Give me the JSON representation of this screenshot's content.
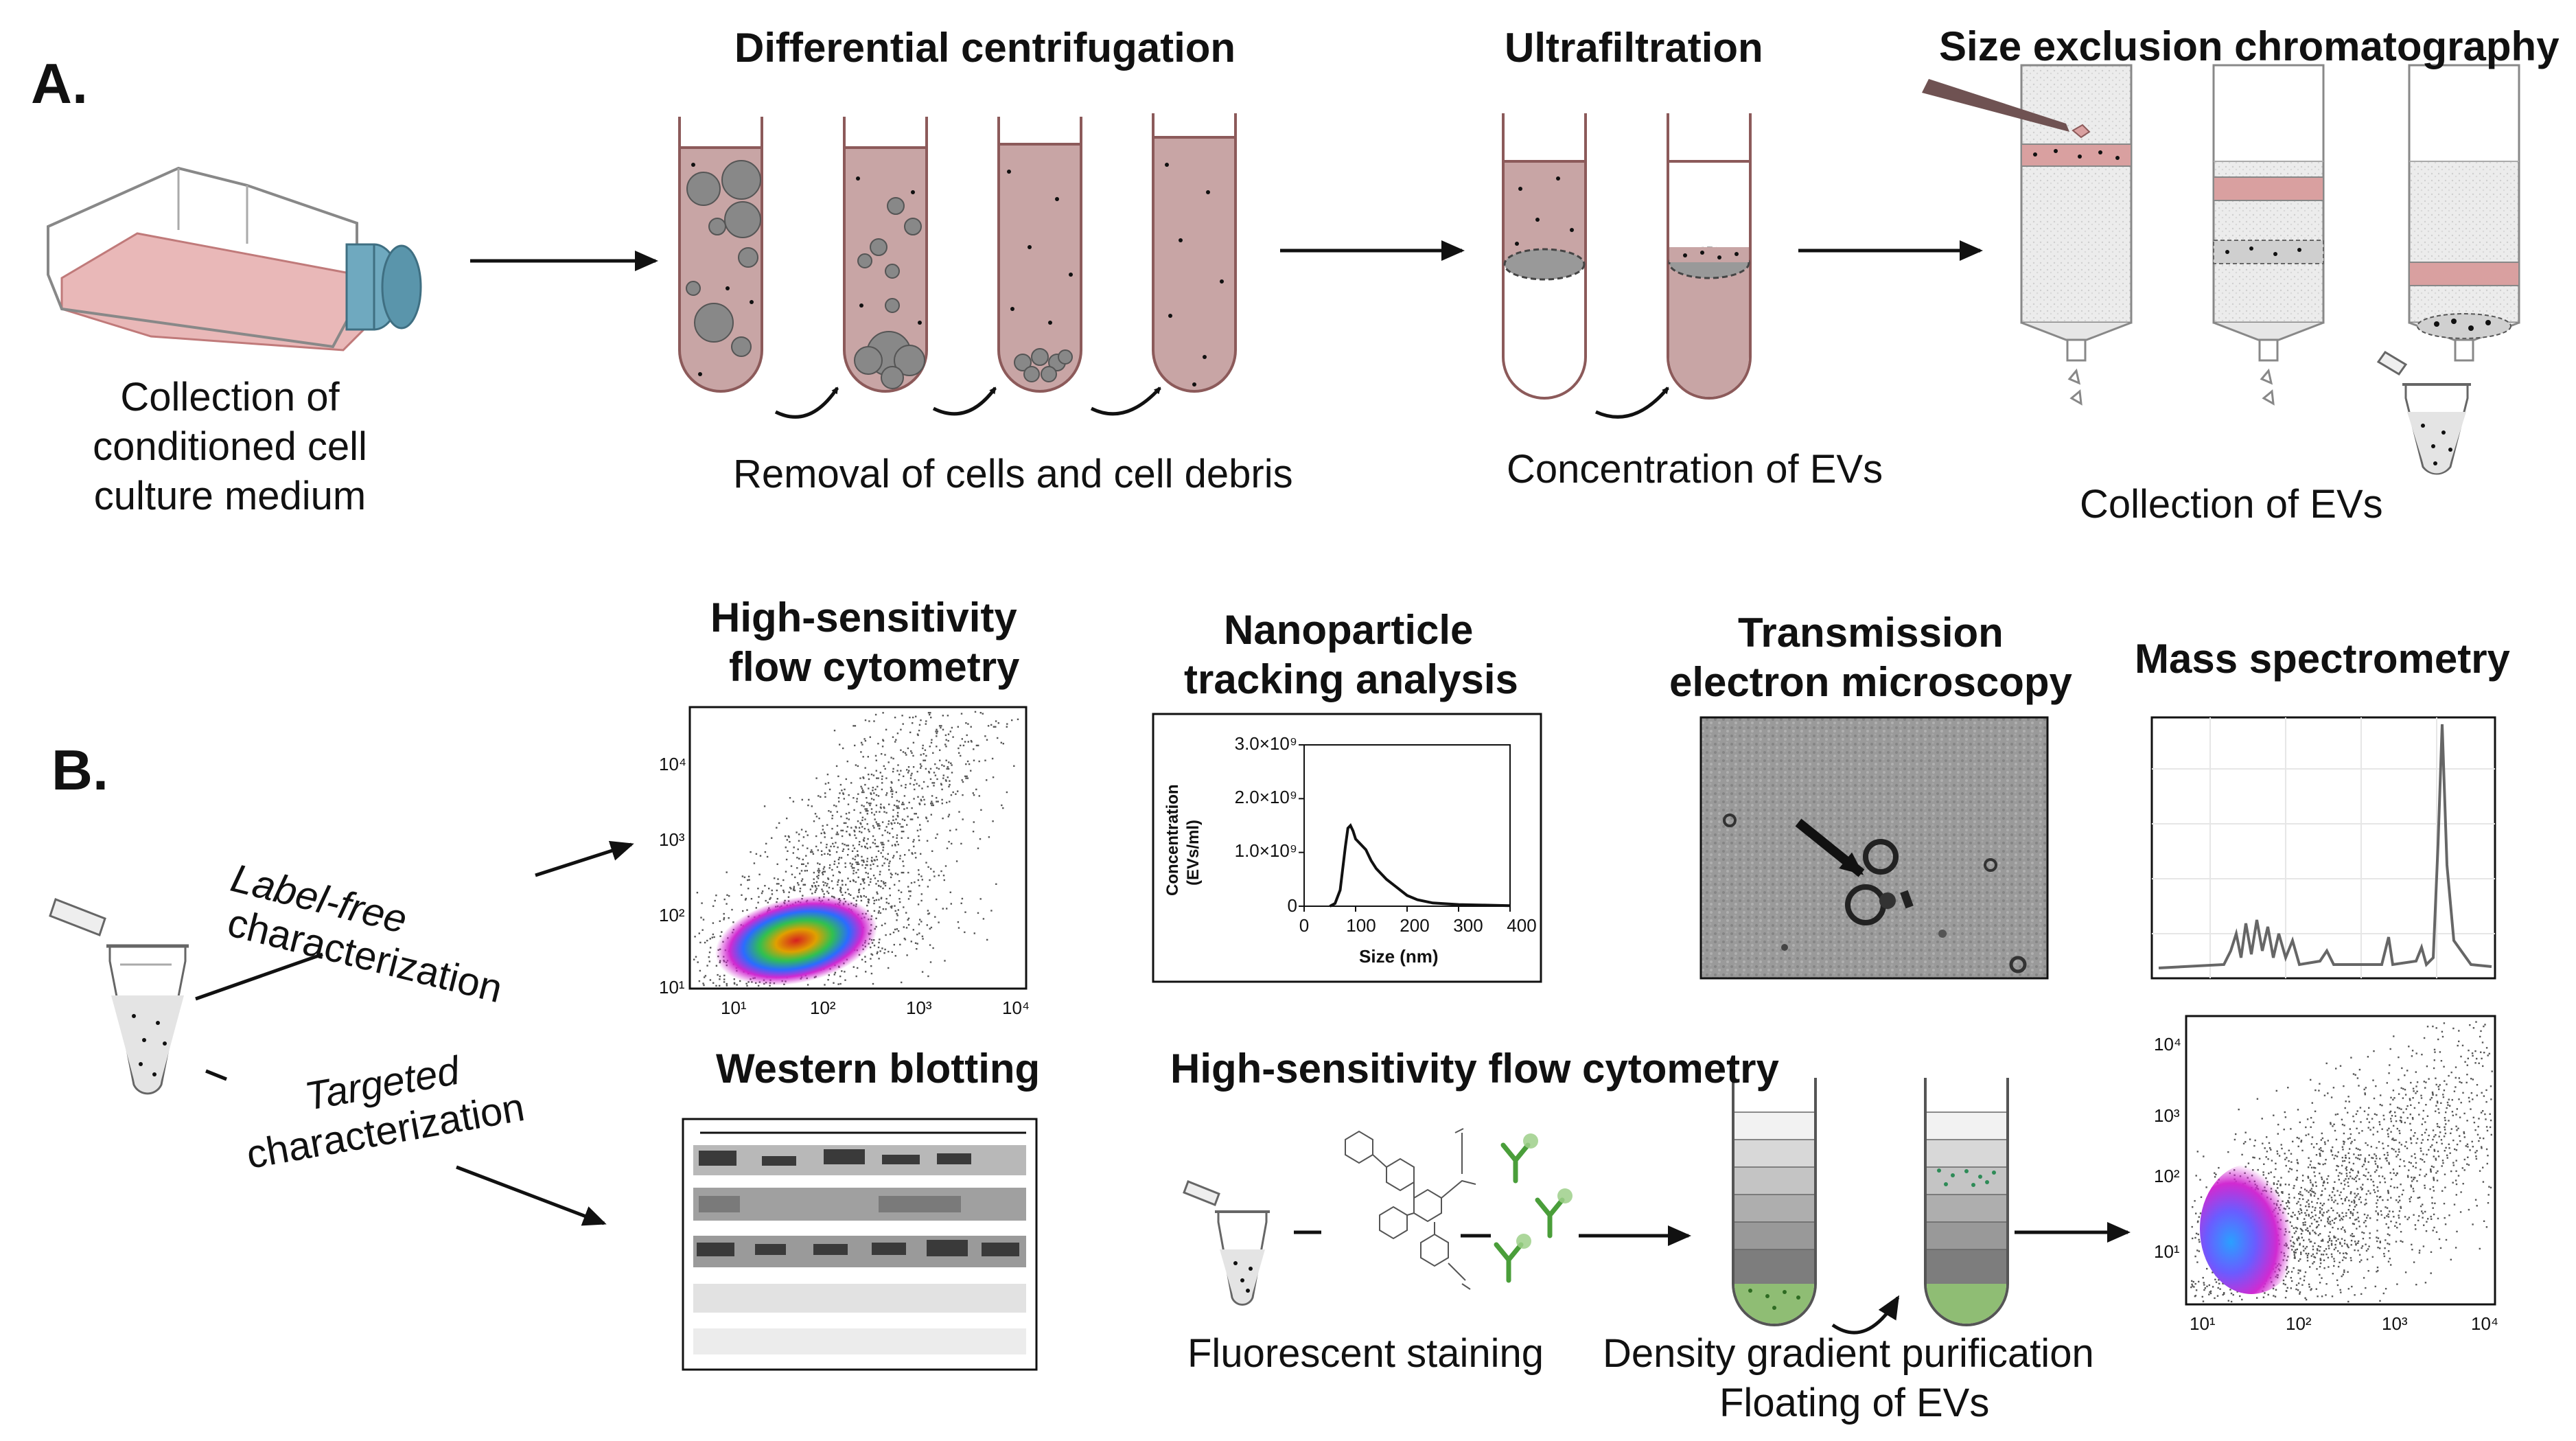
{
  "panelA": {
    "label": "A.",
    "titles": {
      "centrifugation": "Differential centrifugation",
      "ultrafiltration": "Ultrafiltration",
      "sec": "Size exclusion chromatography"
    },
    "captions": {
      "collection": [
        "Collection of",
        "conditioned cell",
        "culture medium"
      ],
      "removal": "Removal of cells and cell debris",
      "concentration": "Concentration of EVs",
      "collect_evs": "Collection of EVs"
    }
  },
  "panelB": {
    "label": "B.",
    "branches": {
      "label_free": [
        "Label-free",
        "characterization"
      ],
      "targeted": [
        "Targeted",
        "characterization"
      ]
    },
    "methods": {
      "hsfc": [
        "High-sensitivity",
        "flow cytometry"
      ],
      "nta": [
        "Nanoparticle",
        "tracking analysis"
      ],
      "tem": [
        "Transmission",
        "electron microscopy"
      ],
      "ms": "Mass spectrometry",
      "wb": "Western blotting",
      "hsfc_targeted": "High-sensitivity flow cytometry"
    },
    "captions": {
      "staining": "Fluorescent staining",
      "density": "Density gradient purification",
      "floating": "Floating of EVs"
    },
    "fc_ticks": [
      "10¹",
      "10²",
      "10³",
      "10⁴"
    ],
    "nta_chart": {
      "ylabel": [
        "Concentration",
        "(EVs/ml)"
      ],
      "xlabel": "Size (nm)",
      "yticks": [
        "0",
        "1.0×10⁹",
        "2.0×10⁹",
        "3.0×10⁹"
      ],
      "xticks": [
        "0",
        "100",
        "200",
        "300",
        "400"
      ]
    }
  },
  "chart_data": {
    "type": "line",
    "title": "",
    "xlabel": "Size (nm)",
    "ylabel": "Concentration (EVs/ml)",
    "xlim": [
      0,
      400
    ],
    "ylim": [
      0,
      3000000000
    ],
    "x": [
      50,
      60,
      70,
      80,
      85,
      90,
      95,
      100,
      110,
      120,
      130,
      140,
      160,
      180,
      200,
      220,
      250,
      300,
      350,
      400
    ],
    "series": [
      {
        "values": [
          0,
          50000000,
          300000000,
          1100000000,
          1450000000,
          1500000000,
          1400000000,
          1250000000,
          1150000000,
          1050000000,
          850000000,
          700000000,
          500000000,
          350000000,
          200000000,
          120000000,
          60000000,
          30000000,
          20000000,
          10000000
        ]
      }
    ]
  },
  "colors": {
    "medium": "#c8a5a5",
    "medium_stroke": "#8c5a5a",
    "particle": "#8a8a8a",
    "column_fill": "#ececec",
    "ev_band": "#d9a0a0",
    "gradient_green": "#8fbd74",
    "antibody_green": "#4a9e3a"
  }
}
